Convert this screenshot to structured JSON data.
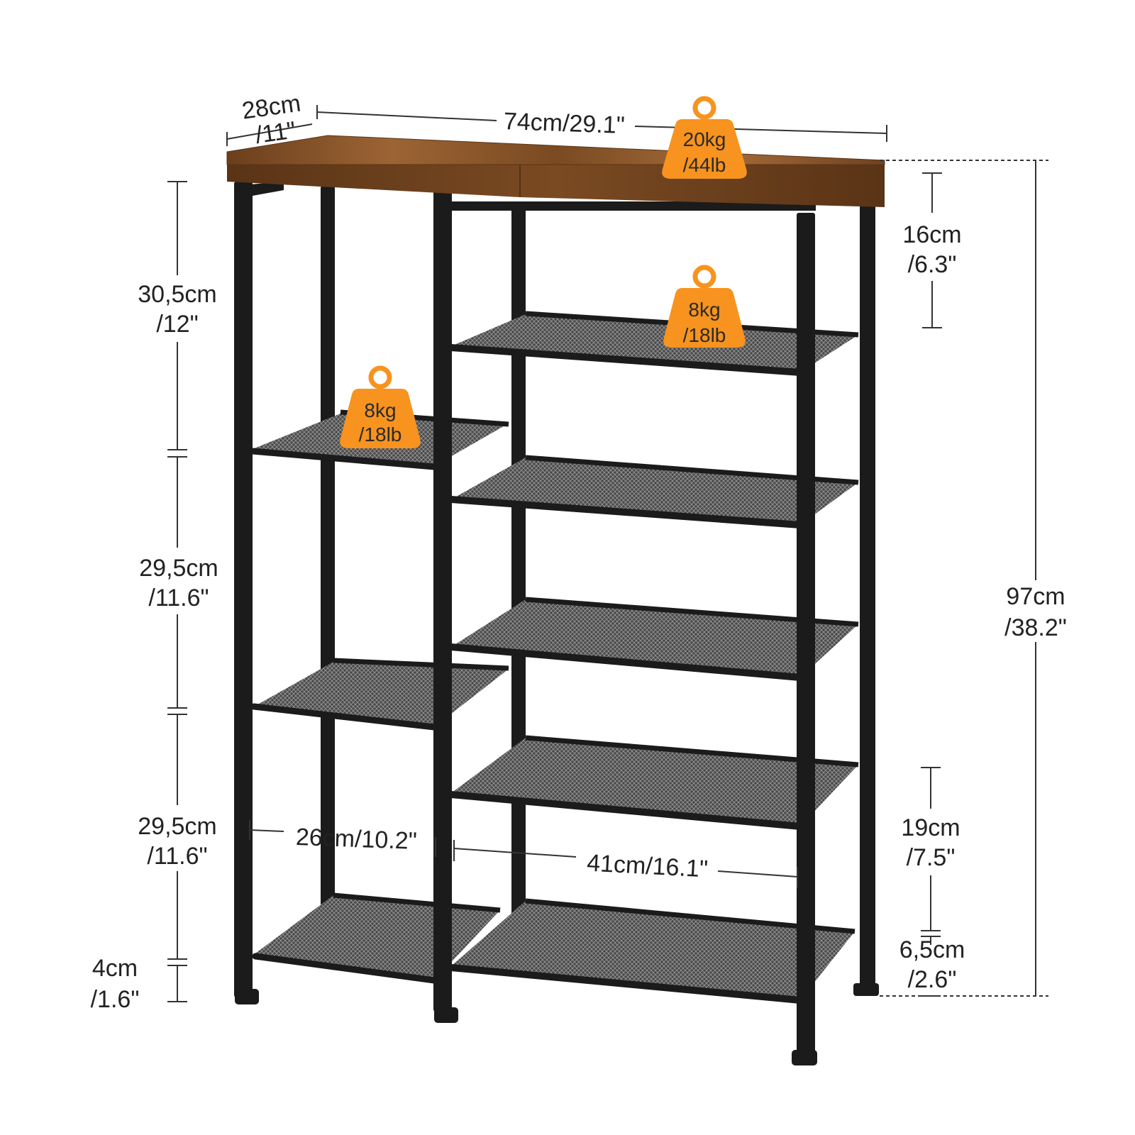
{
  "colors": {
    "frame": "#1b1b1b",
    "mesh": "#3a3a3a",
    "wood": "#8a5426",
    "weight_badge": "#f7931e",
    "dimension_line": "#333333"
  },
  "dimensions": {
    "depth": {
      "metric": "28cm",
      "imperial": "/11\""
    },
    "width": {
      "label": "74cm/29.1\""
    },
    "total_height": {
      "metric": "97cm",
      "imperial": "/38.2\""
    },
    "top_gap_right": {
      "metric": "16cm",
      "imperial": "/6.3\""
    },
    "left_gap_1": {
      "metric": "30,5cm",
      "imperial": "/12\""
    },
    "left_gap_2": {
      "metric": "29,5cm",
      "imperial": "/11.6\""
    },
    "left_gap_3": {
      "metric": "29,5cm",
      "imperial": "/11.6\""
    },
    "foot_height": {
      "metric": "4cm",
      "imperial": "/1.6\""
    },
    "bottom_gap_right": {
      "metric": "19cm",
      "imperial": "/7.5\""
    },
    "lowest_shelf_right": {
      "metric": "6,5cm",
      "imperial": "/2.6\""
    },
    "left_width": {
      "label": "26cm/10.2\""
    },
    "right_width": {
      "label": "41cm/16.1\""
    }
  },
  "weights": {
    "top": {
      "kg": "20kg",
      "lb": "/44lb"
    },
    "right": {
      "kg": "8kg",
      "lb": "/18lb"
    },
    "left": {
      "kg": "8kg",
      "lb": "/18lb"
    }
  }
}
